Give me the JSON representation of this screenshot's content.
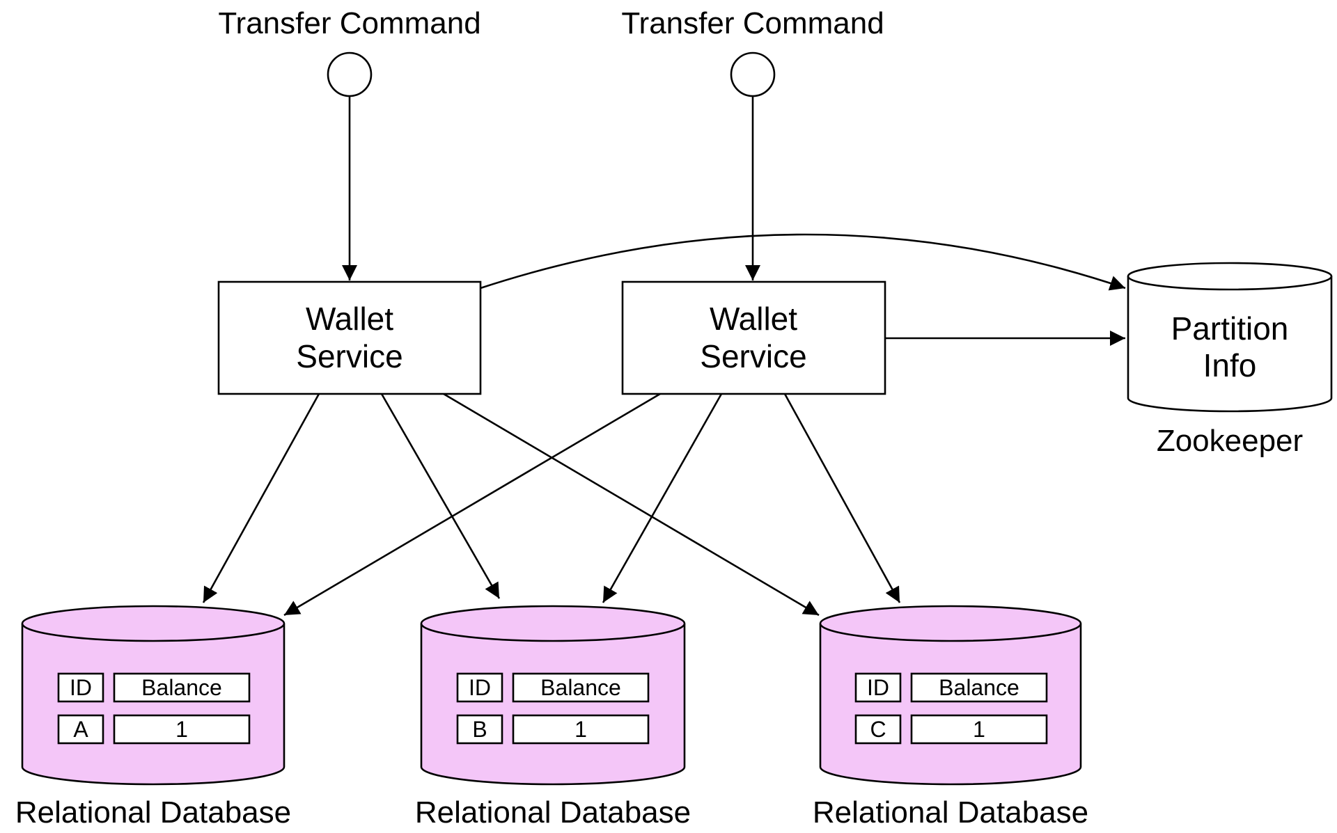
{
  "colors": {
    "database_fill": "#f4c6f8",
    "stroke": "#000000",
    "background": "#ffffff"
  },
  "clients": [
    {
      "label": "Transfer Command"
    },
    {
      "label": "Transfer Command"
    }
  ],
  "services": [
    {
      "line1": "Wallet",
      "line2": "Service"
    },
    {
      "line1": "Wallet",
      "line2": "Service"
    }
  ],
  "partition_store": {
    "line1": "Partition",
    "line2": "Info",
    "caption": "Zookeeper"
  },
  "databases": [
    {
      "caption": "Relational Database",
      "header": {
        "id": "ID",
        "balance": "Balance"
      },
      "row": {
        "id": "A",
        "balance": "1"
      }
    },
    {
      "caption": "Relational Database",
      "header": {
        "id": "ID",
        "balance": "Balance"
      },
      "row": {
        "id": "B",
        "balance": "1"
      }
    },
    {
      "caption": "Relational Database",
      "header": {
        "id": "ID",
        "balance": "Balance"
      },
      "row": {
        "id": "C",
        "balance": "1"
      }
    }
  ]
}
